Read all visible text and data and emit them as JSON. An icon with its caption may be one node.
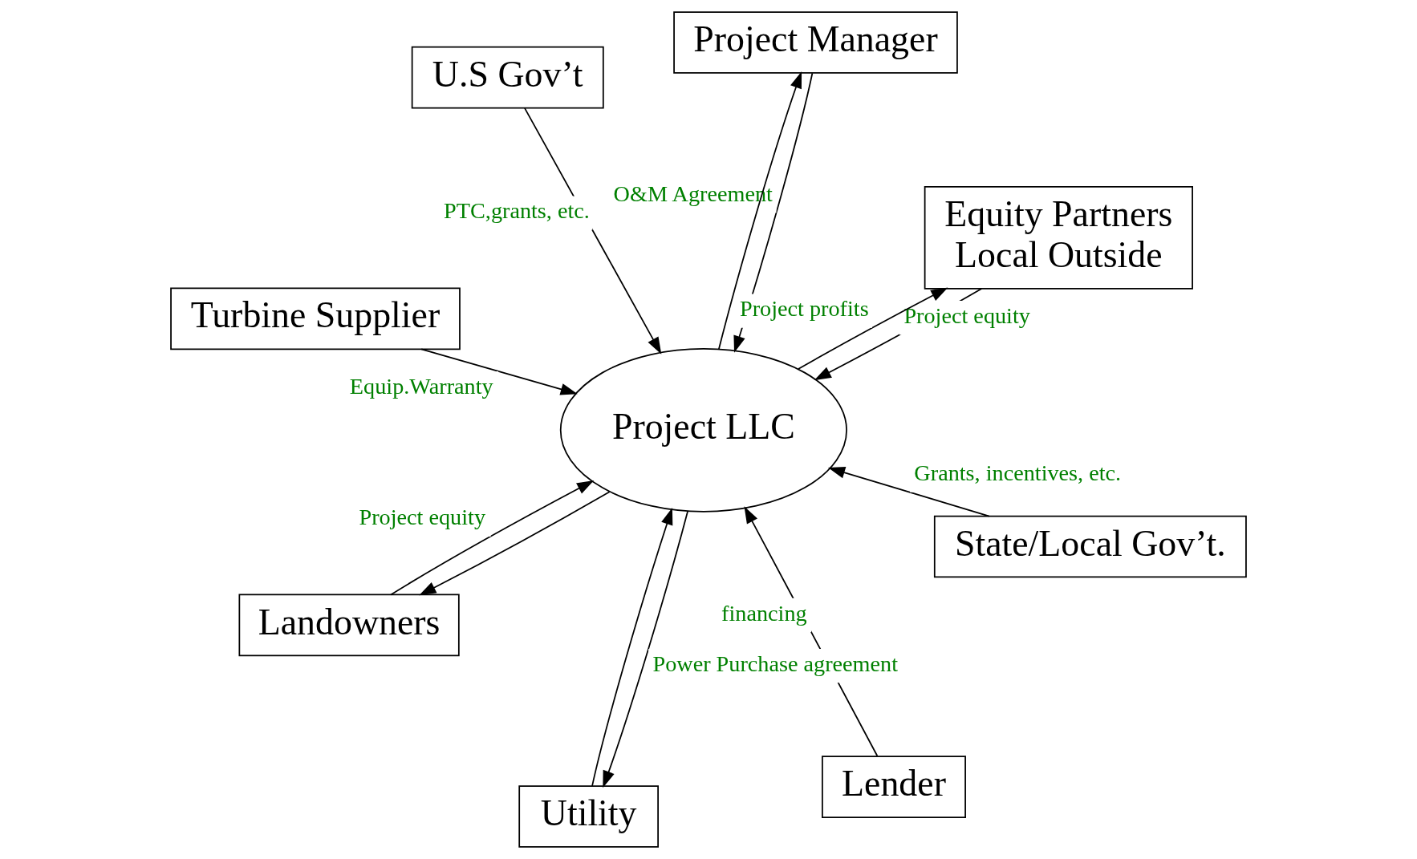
{
  "diagram": {
    "nodes": [
      {
        "text": [
          "Turbine Supplier"
        ]
      },
      {
        "text": [
          "Equity Partners",
          "Local Outside"
        ]
      },
      {
        "text": [
          "Lender"
        ]
      },
      {
        "text": [
          "Project Manager"
        ]
      },
      {
        "text": [
          "Project LLC"
        ]
      },
      {
        "text": [
          "U.S Gov’t"
        ]
      },
      {
        "text": [
          "Landowners"
        ]
      },
      {
        "text": [
          "State/Local Gov’t."
        ]
      },
      {
        "text": [
          "Utility"
        ]
      }
    ],
    "edges": [
      {
        "from": 0,
        "to": 4,
        "arrow": "to",
        "label": "Equip.Warranty"
      },
      {
        "from": 1,
        "to": 4,
        "arrow": "to",
        "label": "Project equity"
      },
      {
        "from": 4,
        "to": 1,
        "arrow": "to",
        "label": "Project profits"
      },
      {
        "from": 2,
        "to": 4,
        "arrow": "to",
        "label": "financing"
      },
      {
        "from": 3,
        "to": 4,
        "arrow": "to",
        "label": "O&M Agreement"
      },
      {
        "from": 4,
        "to": 3,
        "arrow": "to"
      },
      {
        "from": 5,
        "to": 4,
        "arrow": "to",
        "label": "PTC,grants, etc."
      },
      {
        "from": 6,
        "to": 4,
        "arrow": "to",
        "label": "Project equity"
      },
      {
        "from": 4,
        "to": 6,
        "arrow": "to"
      },
      {
        "from": 7,
        "to": 4,
        "arrow": "to",
        "label": "Grants, incentives, etc."
      },
      {
        "from": 8,
        "to": 4,
        "arrow": "to"
      },
      {
        "from": 4,
        "to": 8,
        "arrow": "to",
        "label": "Power Purchase agreement"
      }
    ]
  }
}
